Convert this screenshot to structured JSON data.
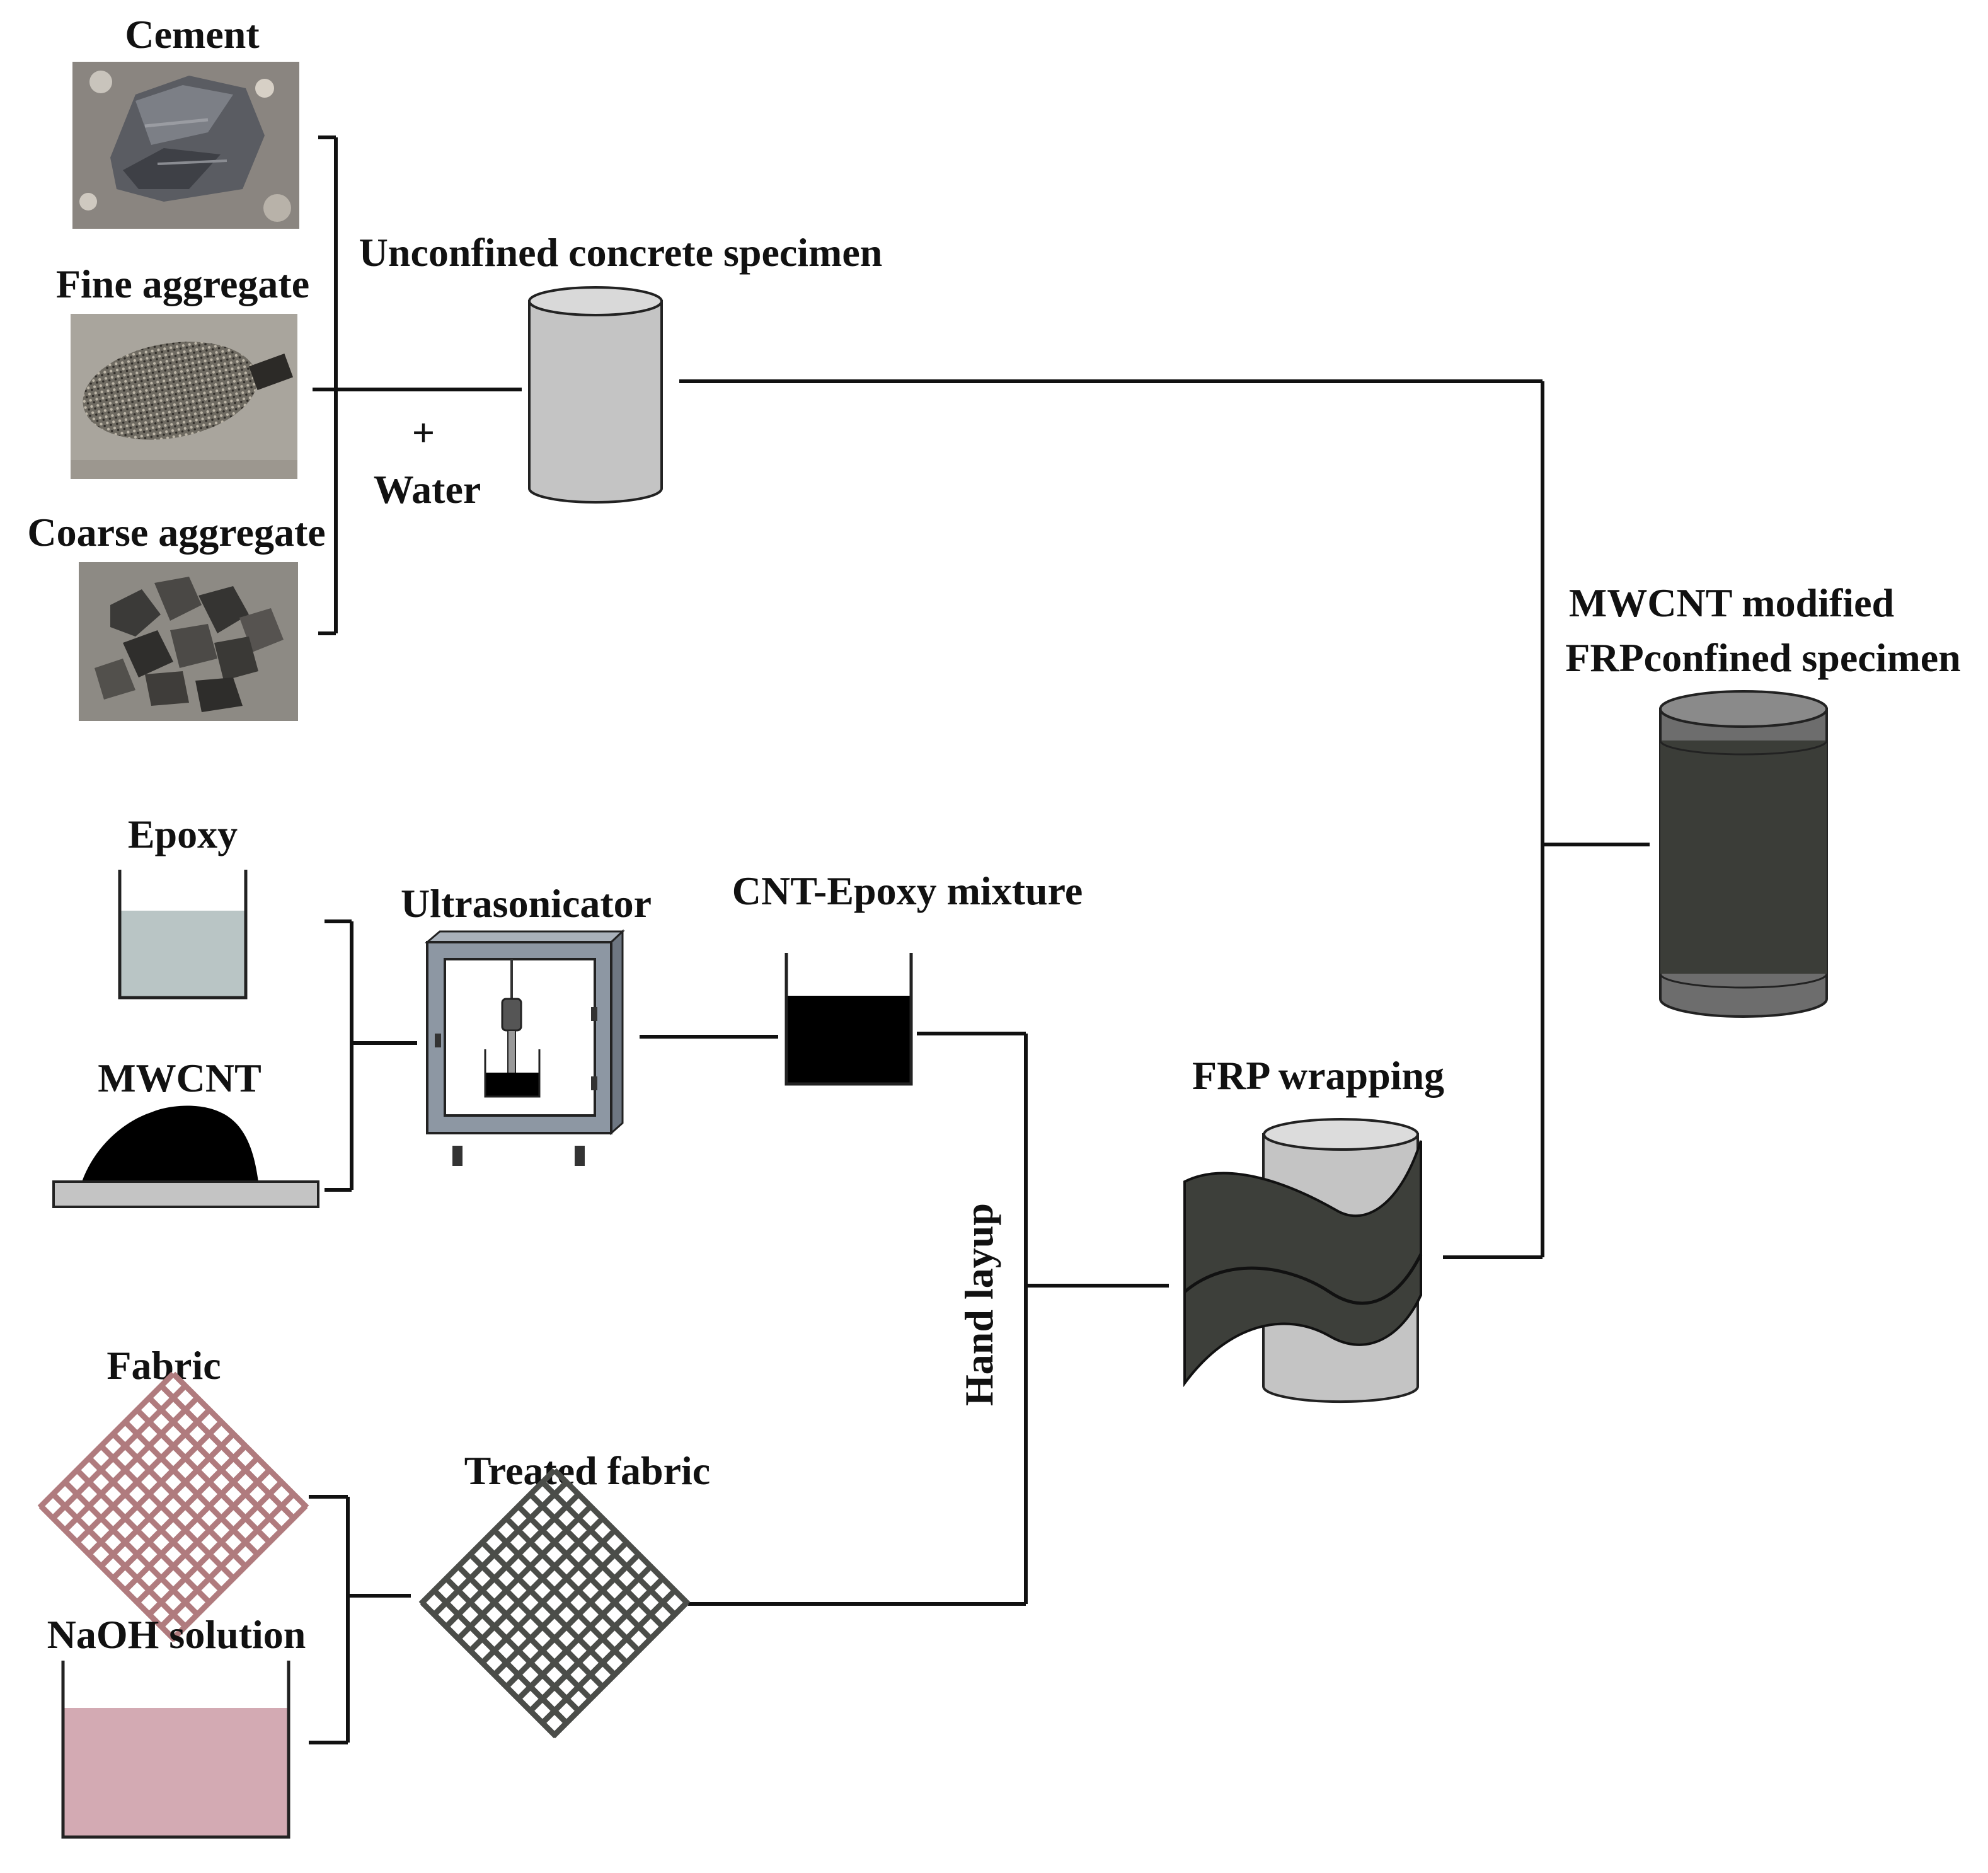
{
  "labels": {
    "cement": "Cement",
    "fine_aggregate": "Fine aggregate",
    "coarse_aggregate": "Coarse aggregate",
    "plus": "+",
    "water": "Water",
    "unconfined_specimen": "Unconfined concrete specimen",
    "mwcnt_modified_line1": "MWCNT modified",
    "mwcnt_modified_line2": "FRPconfined specimen",
    "epoxy": "Epoxy",
    "mwcnt": "MWCNT",
    "ultrasonicator": "Ultrasonicator",
    "cnt_epoxy_mixture": "CNT-Epoxy mixture",
    "frp_wrapping": "FRP wrapping",
    "hand_layup": "Hand layup",
    "fabric": "Fabric",
    "treated_fabric": "Treated fabric",
    "naoh_solution": "NaOH solution"
  },
  "colors": {
    "line": "#111111",
    "specimen_gray": "#c4c4c4",
    "wrap_dark": "#3d3f3a",
    "epoxy_liquid": "#b9c5c5",
    "naoh_liquid": "#d3aab3",
    "fabric_raw": "#b07b7e",
    "fabric_treated": "#4b4d49",
    "ultrasonicator_body": "#8d97a3"
  },
  "icons": {
    "cement": "cement-photo",
    "fine_aggregate": "fine-aggregate-photo",
    "coarse_aggregate": "coarse-aggregate-photo",
    "unconfined_specimen": "cylinder-icon",
    "confined_specimen": "wrapped-cylinder-icon",
    "epoxy": "beaker-icon",
    "mwcnt": "powder-pile-icon",
    "ultrasonicator": "ultrasonicator-icon",
    "mixture": "beaker-filled-icon",
    "frp_wrapping": "wrapping-cylinder-icon",
    "fabric": "fabric-mesh-icon",
    "treated_fabric": "treated-mesh-icon",
    "naoh": "tank-icon"
  }
}
